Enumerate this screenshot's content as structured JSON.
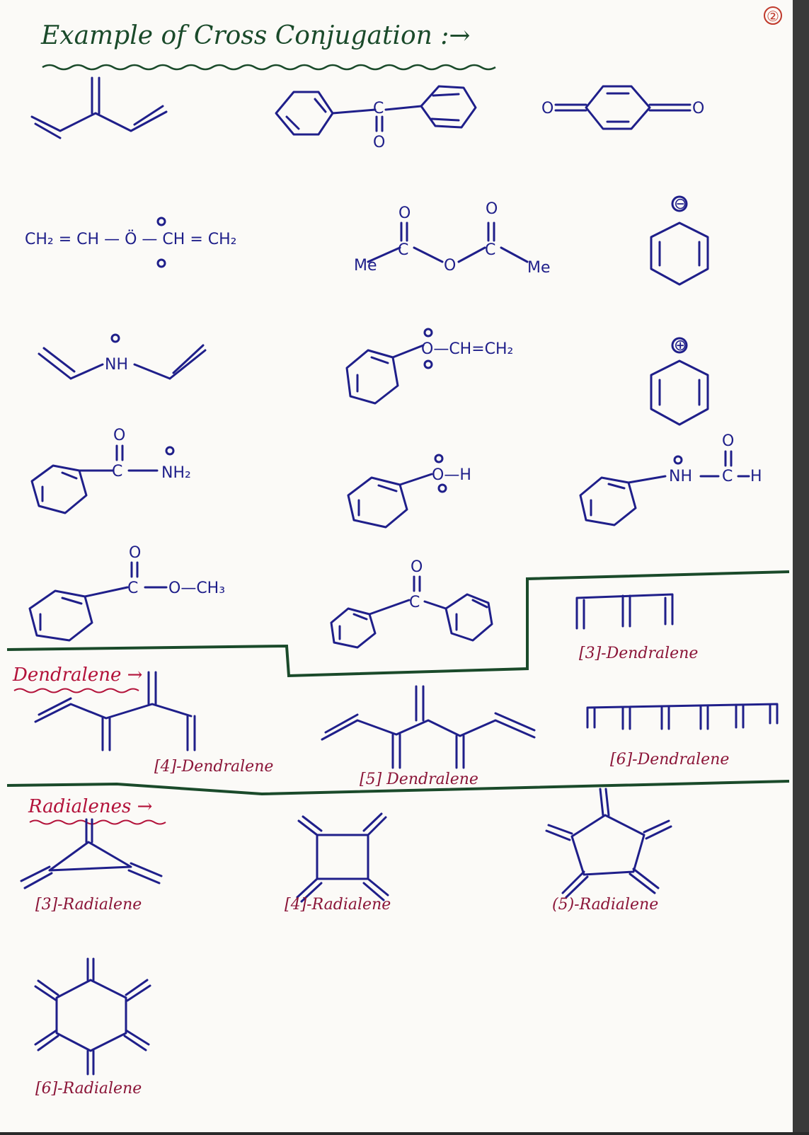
{
  "page": {
    "number": "②",
    "title": "Example of Cross Conjugation :→"
  },
  "structures": {
    "divinyl_ether": [
      "CH₂",
      "=",
      "CH",
      "—",
      "Ö",
      "—",
      "CH",
      "=",
      "CH₂"
    ],
    "anhydride": {
      "left_me": "Me",
      "right_me": "Me",
      "o1": "O",
      "o2": "O",
      "c1": "C",
      "c2": "C",
      "bridge_o": "O"
    },
    "benzophenone_c": "C",
    "benzophenone_o": "O",
    "quinone_o1": "O",
    "quinone_o2": "O",
    "amine": "NH",
    "vinyl_phenyl_ether": "O—CH=CH₂",
    "benzamide": {
      "c": "C",
      "o": "O",
      "n": "NH₂"
    },
    "phenol": "O—H",
    "formanilide": {
      "n": "NH",
      "c": "C",
      "o": "O",
      "h": "H"
    },
    "ester": {
      "c": "C",
      "o": "O",
      "tail": "O—CH₃"
    },
    "benzophenone2": {
      "c": "C",
      "o": "O"
    },
    "minus": "⊖",
    "plus": "⊕"
  },
  "sections": {
    "dendralene": {
      "heading": "Dendralene →",
      "labels": [
        "[3]-Dendralene",
        "[4]-Dendralene",
        "[5] Dendralene",
        "[6]-Dendralene"
      ]
    },
    "radialenes": {
      "heading": "Radialenes →",
      "labels": [
        "[3]-Radialene",
        "[4]-Radialene",
        "(5)-Radialene",
        "[6]-Radialene"
      ]
    }
  }
}
